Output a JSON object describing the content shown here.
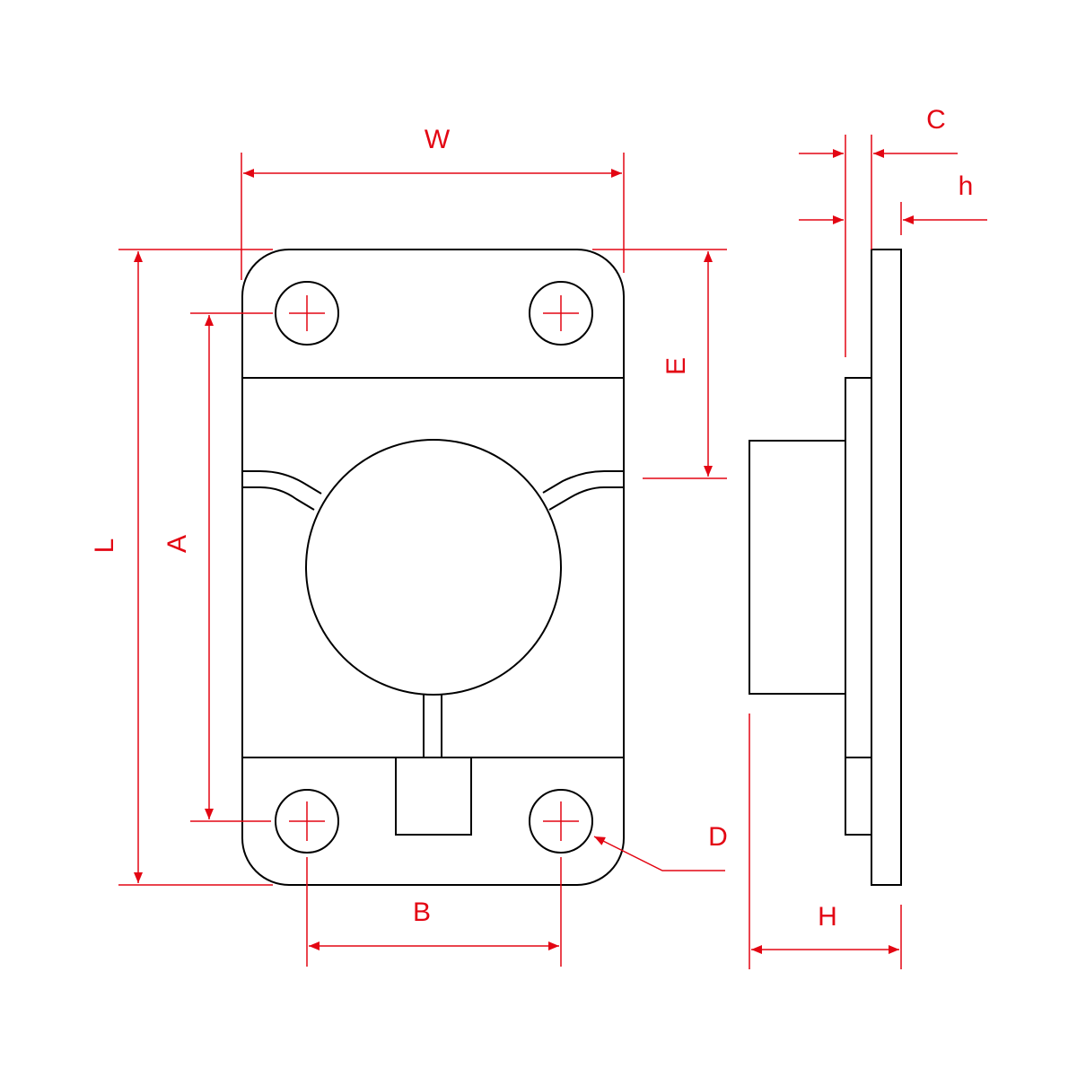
{
  "labels": {
    "W": "W",
    "L": "L",
    "A": "A",
    "B": "B",
    "C": "C",
    "D": "D",
    "E": "E",
    "H": "H",
    "h": "h"
  },
  "colors": {
    "dimension": "#e30613",
    "outline": "#000000",
    "background": "#ffffff"
  }
}
